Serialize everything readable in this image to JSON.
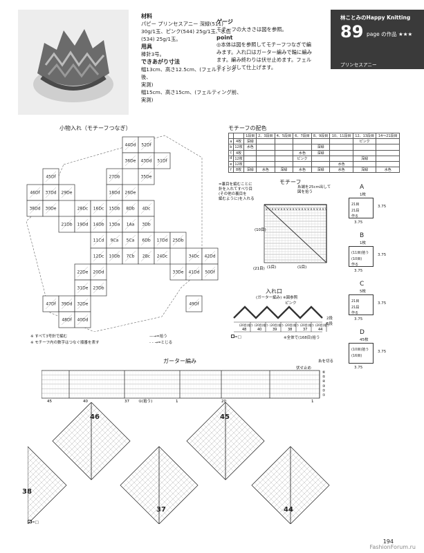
{
  "materials": {
    "title": "材料",
    "lines": [
      "パピー プリンセスアニー 深緑(511)",
      "30g/1玉、ピンク(544) 25g/1玉、水色",
      "(534) 25g/1玉。"
    ]
  },
  "tools": {
    "title": "用具",
    "text": "棒針3号。"
  },
  "finished_size": {
    "title": "できあがり寸法",
    "lines": [
      "幅13cm、高さ12.5cm、(フェルティング後、",
      "実測)",
      "幅15cm、高さ15cm、(フェルティング前、",
      "実測)"
    ]
  },
  "gauge": {
    "title": "ゲージ",
    "text": "モチーフの大きさは図を参照。"
  },
  "point": {
    "title": "point",
    "lines": [
      "◎本体は図を参照してモチーフつなぎで編",
      "みます。入れ口はガーター編みで輪に編み",
      "ます。編み終わりは伏せ止めます。フェル",
      "ティングして仕上げます。"
    ]
  },
  "header": {
    "series": "林ことみのHappy Knitting",
    "number": "89",
    "page_label": "page の作品 ★★★",
    "yarn": "プリンセスアニー"
  },
  "diagram_title": "小物入れ（モチーフつなぎ）",
  "motifs": [
    {
      "label": "44Dd",
      "c": 5,
      "r": 0
    },
    {
      "label": "52Df",
      "c": 6,
      "r": 0
    },
    {
      "label": "36De",
      "c": 5,
      "r": 1
    },
    {
      "label": "43Dd",
      "c": 6,
      "r": 1
    },
    {
      "label": "51Df",
      "c": 7,
      "r": 1
    },
    {
      "label": "45Df",
      "c": 0,
      "r": 2
    },
    {
      "label": "27Db",
      "c": 4,
      "r": 2
    },
    {
      "label": "35De",
      "c": 6,
      "r": 2
    },
    {
      "label": "46Df",
      "c": -1,
      "r": 3
    },
    {
      "label": "37Dd",
      "c": 0,
      "r": 3
    },
    {
      "label": "29De",
      "c": 1,
      "r": 3
    },
    {
      "label": "18Dd",
      "c": 4,
      "r": 3
    },
    {
      "label": "26De",
      "c": 5,
      "r": 3
    },
    {
      "label": "38Dd",
      "c": -1,
      "r": 4
    },
    {
      "label": "30De",
      "c": 0,
      "r": 4
    },
    {
      "label": "28Dc",
      "c": 2,
      "r": 4
    },
    {
      "label": "16Dc",
      "c": 3,
      "r": 4
    },
    {
      "label": "15Db",
      "c": 4,
      "r": 4
    },
    {
      "label": "8Db",
      "c": 5,
      "r": 4
    },
    {
      "label": "4Dc",
      "c": 6,
      "r": 4
    },
    {
      "label": "21Db",
      "c": 1,
      "r": 5
    },
    {
      "label": "19Dd",
      "c": 2,
      "r": 5
    },
    {
      "label": "14Db",
      "c": 3,
      "r": 5
    },
    {
      "label": "13Da",
      "c": 4,
      "r": 5
    },
    {
      "label": "1Aa",
      "c": 5,
      "r": 5
    },
    {
      "label": "3Db",
      "c": 6,
      "r": 5
    },
    {
      "label": "11Cd",
      "c": 3,
      "r": 6
    },
    {
      "label": "9Ca",
      "c": 4,
      "r": 6
    },
    {
      "label": "5Ca",
      "c": 5,
      "r": 6
    },
    {
      "label": "6Db",
      "c": 6,
      "r": 6
    },
    {
      "label": "17Dd",
      "c": 7,
      "r": 6
    },
    {
      "label": "25Db",
      "c": 8,
      "r": 6
    },
    {
      "label": "12Dc",
      "c": 3,
      "r": 7
    },
    {
      "label": "10Db",
      "c": 4,
      "r": 7
    },
    {
      "label": "7Cb",
      "c": 5,
      "r": 7
    },
    {
      "label": "2Bc",
      "c": 6,
      "r": 7
    },
    {
      "label": "24Dc",
      "c": 7,
      "r": 7
    },
    {
      "label": "34Dc",
      "c": 9,
      "r": 7
    },
    {
      "label": "42Dd",
      "c": 10,
      "r": 7
    },
    {
      "label": "22De",
      "c": 2,
      "r": 8
    },
    {
      "label": "20Dd",
      "c": 3,
      "r": 8
    },
    {
      "label": "33De",
      "c": 8,
      "r": 8
    },
    {
      "label": "41Dd",
      "c": 9,
      "r": 8
    },
    {
      "label": "50Df",
      "c": 10,
      "r": 8
    },
    {
      "label": "31De",
      "c": 2,
      "r": 9
    },
    {
      "label": "23Db",
      "c": 3,
      "r": 9
    },
    {
      "label": "47Df",
      "c": 0,
      "r": 10
    },
    {
      "label": "39Dd",
      "c": 1,
      "r": 10
    },
    {
      "label": "32De",
      "c": 2,
      "r": 10
    },
    {
      "label": "49Df",
      "c": 9,
      "r": 10
    },
    {
      "label": "48Df",
      "c": 1,
      "r": 11
    },
    {
      "label": "40Dd",
      "c": 2,
      "r": 11
    }
  ],
  "diagram_notes": [
    "※ すべて3号針で編む",
    "※ モチーフ内の数字はつなぐ順番を表す"
  ],
  "legend": [
    {
      "mark": "—→",
      "text": "=拾う"
    },
    {
      "mark": "- - →",
      "text": "=とじる"
    }
  ],
  "color_table": {
    "title": "モチーフの配色",
    "rows_header": [
      "",
      "",
      "1段目",
      "2、3段目",
      "4、5段目",
      "6、7段目",
      "8、9段目",
      "10、11段目",
      "12、13段目",
      "14～21段目"
    ],
    "rows": [
      [
        "a",
        "4枚",
        "深緑",
        "",
        "",
        "",
        "",
        "",
        "ピンク",
        ""
      ],
      [
        "b",
        "12枚",
        "水色",
        "",
        "",
        "",
        "深緑",
        "",
        "",
        ""
      ],
      [
        "c",
        "4枚",
        "",
        "",
        "",
        "水色",
        "深緑",
        "",
        "",
        ""
      ],
      [
        "d",
        "12枚",
        "",
        "",
        "",
        "ピンク",
        "",
        "",
        "深緑",
        ""
      ],
      [
        "e",
        "12枚",
        "",
        "",
        "",
        "",
        "",
        "水色",
        "",
        ""
      ],
      [
        "f",
        "8枚",
        "深緑",
        "水色",
        "深緑",
        "水色",
        "深緑",
        "水色",
        "深緑",
        "水色"
      ]
    ]
  },
  "motif_section": {
    "title": "モチーフ",
    "notes": [
      "=裏目を編むことに",
      "針を入れてすべり目",
      "(その他の裏目を",
      "編むように)を入れる"
    ],
    "corner_note": [
      "糸端を25cm出して",
      "図を拾う"
    ],
    "labels": [
      "(10目)",
      "(1目)",
      "(1目)",
      "(21目)"
    ]
  },
  "variants": [
    {
      "letter": "A",
      "count": "1枚",
      "stitches": "21目",
      "rows": "21段",
      "note": "作る",
      "w": "3.75",
      "h": "3.75"
    },
    {
      "letter": "B",
      "count": "1枚",
      "stitches": "(11目)拾う",
      "rows": "(10目)",
      "note": "作る",
      "w": "3.75",
      "h": "3.75"
    },
    {
      "letter": "C",
      "count": "5枚",
      "stitches": "21目",
      "rows": "21段",
      "note": "作る",
      "w": "3.75",
      "h": "3.75"
    },
    {
      "letter": "D",
      "count": "45枚",
      "stitches": "(10目)拾う",
      "rows": "(16目)",
      "note": "",
      "w": "3.75",
      "h": "3.75"
    }
  ],
  "opening": {
    "title": "入れ口",
    "subtitle": "(ガーター編み)",
    "sub_note": "※図参照",
    "color": "ピンク",
    "count": "(20目)拾う",
    "cells": [
      "48",
      "40",
      "39",
      "38",
      "37",
      "44"
    ],
    "bottom": "※全体で(168目)拾う",
    "side": [
      "2段",
      "6段"
    ],
    "bottom_marker": "=□"
  },
  "garter": {
    "title": "ガーター編み",
    "marks": [
      "伏せ止め",
      "糸を切る",
      "⑥",
      "⑤",
      "④",
      "③",
      "②",
      "①"
    ],
    "scale": [
      "45",
      "40",
      "37",
      "1",
      "20",
      "1"
    ],
    "scale_note": "①(拾う)"
  },
  "bottom_motifs": {
    "labels": [
      "46",
      "45",
      "38",
      "37",
      "44"
    ]
  },
  "bottom_legend": "=□",
  "page_number": "194",
  "watermark": "FashionForum.ru"
}
